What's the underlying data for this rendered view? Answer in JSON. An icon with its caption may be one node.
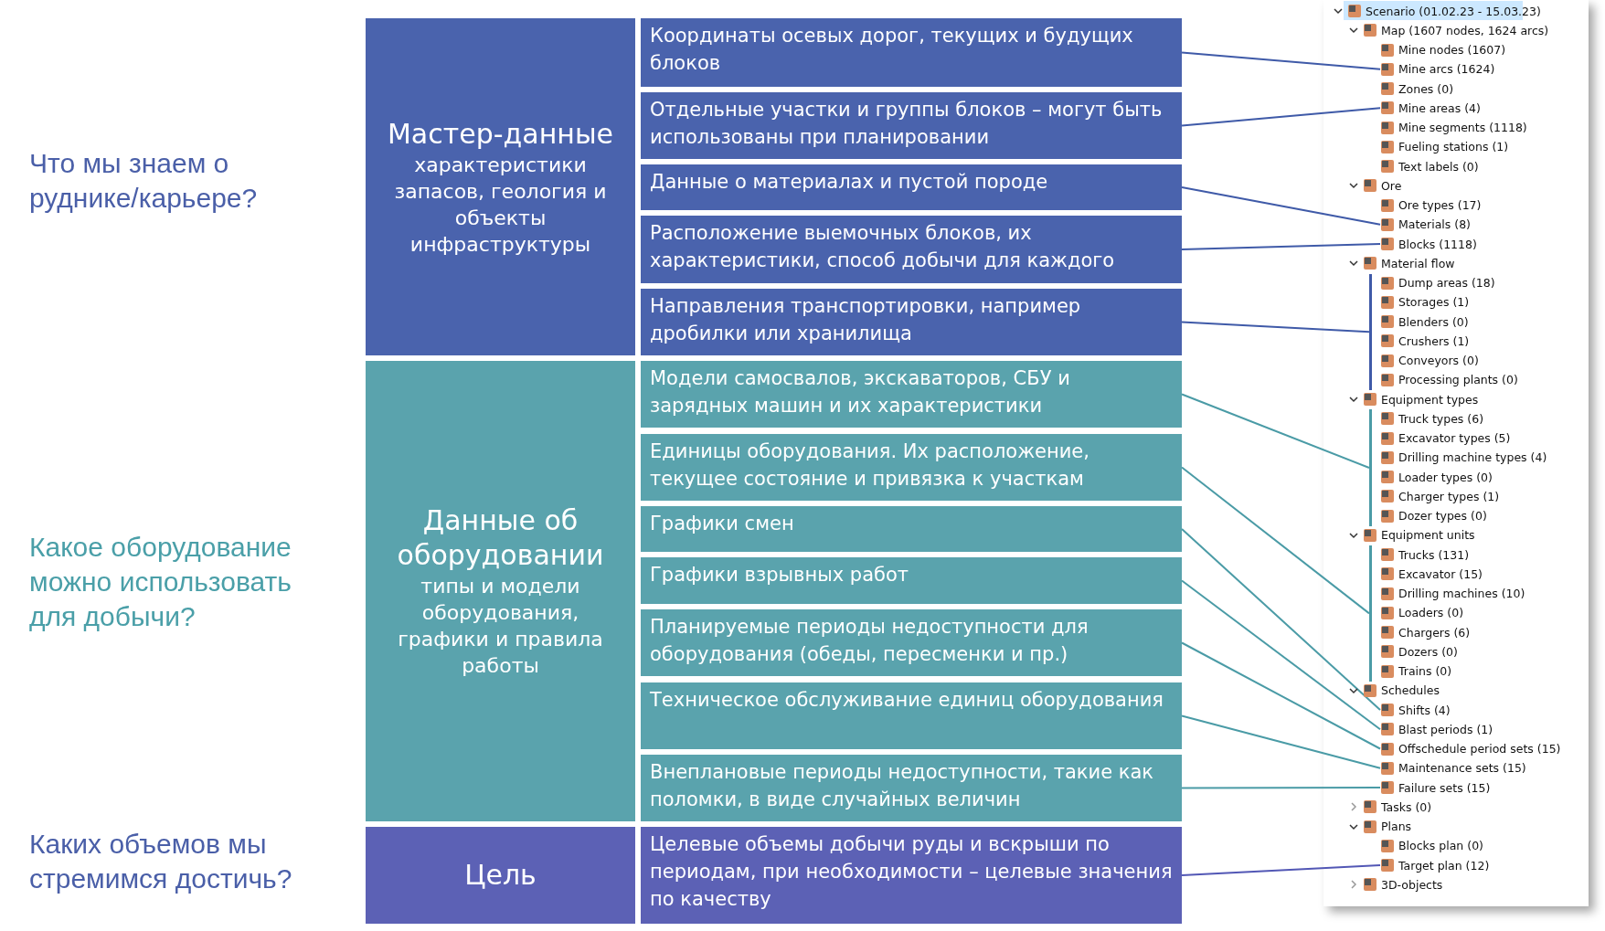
{
  "diagram": {
    "nodes": [
      {
        "text": [
          "Мастер-данные",
          "характеристики запасов, геология и объекты инфраструктуры"
        ]
      },
      {
        "text": [
          "Координаты осевых дорог, текущих и будущих блоков"
        ]
      },
      {
        "text": [
          "Отдельные участки и группы блоков – могут быть использованы при планировании"
        ]
      },
      {
        "text": [
          "Данные о материалах и пустой породе"
        ]
      },
      {
        "text": [
          "Расположение выемочных блоков, их характеристики, способ добычи для каждого"
        ]
      },
      {
        "text": [
          "Направления транспортировки, например дробилки или хранилища"
        ]
      },
      {
        "text": [
          "Данные об оборудовании",
          "типы и модели оборудования, графики и правила работы"
        ]
      },
      {
        "text": [
          "Модели самосвалов, экскаваторов, СБУ и зарядных машин и их характеристики"
        ]
      },
      {
        "text": [
          "Единицы оборудования. Их расположение, текущее состояние и привязка к участкам"
        ]
      },
      {
        "text": [
          "Графики смен"
        ]
      },
      {
        "text": [
          "Графики взрывных работ"
        ]
      },
      {
        "text": [
          "Планируемые периоды недоступности для оборудования (обеды, пересменки и пр.)"
        ]
      },
      {
        "text": [
          "Техническое обслуживание единиц оборудования"
        ]
      },
      {
        "text": [
          "Внеплановые периоды недоступности, такие как поломки, в виде случайных величин"
        ]
      },
      {
        "text": [
          "Цель"
        ]
      },
      {
        "text": [
          "Целевые объемы добычи руды и вскрыши по периодам, при необходимости – целевые значения по качеству"
        ]
      },
      {
        "text": [
          "Scenario (01.02.23 - 15.03.23)"
        ]
      },
      {
        "text": [
          "Map (1607 nodes, 1624 arcs)"
        ]
      },
      {
        "text": [
          "Mine nodes (1607)"
        ]
      },
      {
        "text": [
          "Mine arcs (1624)"
        ]
      },
      {
        "text": [
          "Zones (0)"
        ]
      },
      {
        "text": [
          "Mine areas (4)"
        ]
      },
      {
        "text": [
          "Mine segments (1118)"
        ]
      },
      {
        "text": [
          "Fueling stations (1)"
        ]
      },
      {
        "text": [
          "Text labels (0)"
        ]
      },
      {
        "text": [
          "Ore"
        ]
      },
      {
        "text": [
          "Ore types (17)"
        ]
      },
      {
        "text": [
          "Materials (8)"
        ]
      },
      {
        "text": [
          "Blocks (1118)"
        ]
      },
      {
        "text": [
          "Material flow"
        ]
      },
      {
        "text": [
          "Dump areas (18)"
        ]
      },
      {
        "text": [
          "Storages (1)"
        ]
      },
      {
        "text": [
          "Blenders (0)"
        ]
      },
      {
        "text": [
          "Crushers (1)"
        ]
      },
      {
        "text": [
          "Conveyors (0)"
        ]
      },
      {
        "text": [
          "Processing plants (0)"
        ]
      },
      {
        "text": [
          "Equipment types"
        ]
      },
      {
        "text": [
          "Truck types (6)"
        ]
      },
      {
        "text": [
          "Excavator types (5)"
        ]
      },
      {
        "text": [
          "Drilling machine types (4)"
        ]
      },
      {
        "text": [
          "Loader types (0)"
        ]
      },
      {
        "text": [
          "Charger types (1)"
        ]
      },
      {
        "text": [
          "Dozer types (0)"
        ]
      },
      {
        "text": [
          "Equipment units"
        ]
      },
      {
        "text": [
          "Trucks (131)"
        ]
      },
      {
        "text": [
          "Excavator (15)"
        ]
      },
      {
        "text": [
          "Drilling machines (10)"
        ]
      },
      {
        "text": [
          "Loaders (0)"
        ]
      },
      {
        "text": [
          "Chargers (6)"
        ]
      },
      {
        "text": [
          "Dozers (0)"
        ]
      },
      {
        "text": [
          "Trains (0)"
        ]
      },
      {
        "text": [
          "Schedules"
        ]
      },
      {
        "text": [
          "Shifts (4)"
        ]
      },
      {
        "text": [
          "Blast periods (1)"
        ]
      },
      {
        "text": [
          "Offschedule period sets (15)"
        ]
      },
      {
        "text": [
          "Maintenance sets (15)"
        ]
      },
      {
        "text": [
          "Failure sets (15)"
        ]
      },
      {
        "text": [
          "Tasks (0)"
        ]
      },
      {
        "text": [
          "Plans"
        ]
      },
      {
        "text": [
          "Blocks plan (0)"
        ]
      },
      {
        "text": [
          "Target plan (12)"
        ]
      },
      {
        "text": [
          "3D-objects"
        ]
      },
      {
        "text": [],
        "shape": "bar"
      },
      {
        "text": [],
        "shape": "bar"
      },
      {
        "text": [],
        "shape": "bar"
      }
    ],
    "edges": [
      {
        "from": 1,
        "to": 19,
        "arrow": "none",
        "color": "#3f5aa8"
      },
      {
        "from": 2,
        "to": 21,
        "arrow": "none",
        "color": "#3f5aa8"
      },
      {
        "from": 3,
        "to": 27,
        "arrow": "none",
        "color": "#3f5aa8"
      },
      {
        "from": 4,
        "to": 28,
        "arrow": "none",
        "color": "#3f5aa8"
      },
      {
        "from": 5,
        "to": 62,
        "arrow": "none",
        "color": "#3f5aa8"
      },
      {
        "from": 7,
        "to": 63,
        "arrow": "none"
      },
      {
        "from": 8,
        "to": 64,
        "arrow": "none"
      },
      {
        "from": 9,
        "to": 52,
        "arrow": "none"
      },
      {
        "from": 10,
        "to": 53,
        "arrow": "none"
      },
      {
        "from": 11,
        "to": 54,
        "arrow": "none"
      },
      {
        "from": 12,
        "to": 55,
        "arrow": "none"
      },
      {
        "from": 13,
        "to": 56,
        "arrow": "none"
      },
      {
        "from": 15,
        "to": 60,
        "arrow": "none",
        "color": "#5257b5"
      }
    ],
    "labels": [
      "Что мы знаем о руднике/карьере?",
      "Какое оборудование можно использовать для добычи?",
      "Каких объемов мы стремимся достичь?"
    ]
  }
}
